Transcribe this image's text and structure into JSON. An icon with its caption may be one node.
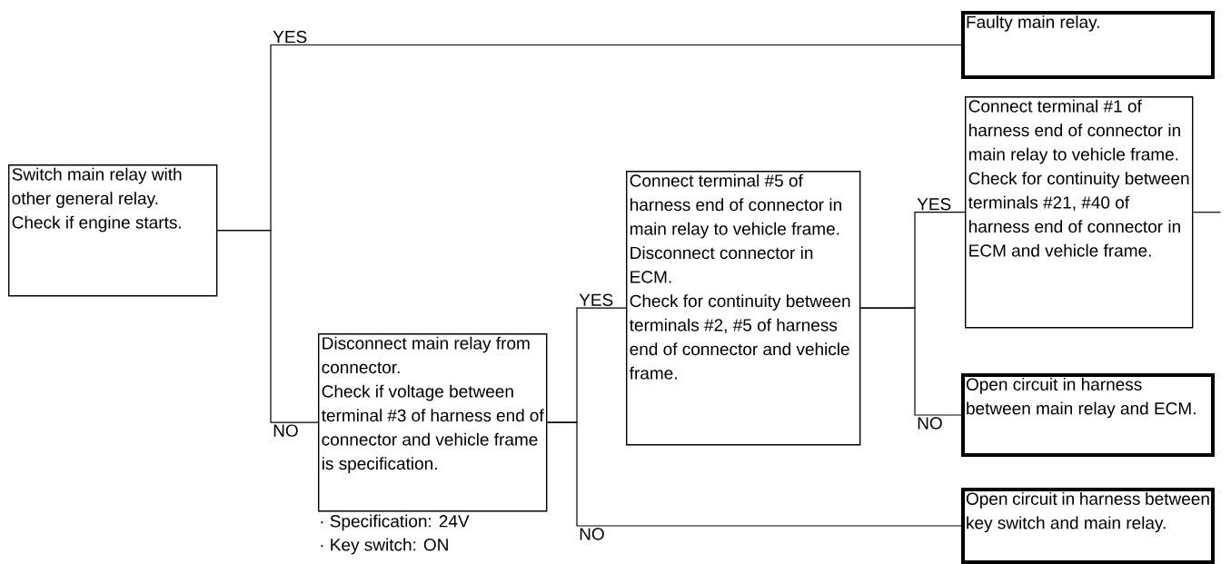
{
  "diagram": {
    "nodes": [
      {
        "text": [
          "Switch main relay with other general relay.",
          "Check if engine starts."
        ]
      },
      {
        "text": [
          "Faulty main relay."
        ]
      },
      {
        "text": [
          "Disconnect main relay from connector.",
          "Check if voltage between terminal #3 of harness end of connector and vehicle frame is specification."
        ],
        "beside": [
          "· Specification: 24V",
          "· Key switch: ON"
        ]
      },
      {
        "text": [
          "Connect terminal #5 of harness end of connector in main relay to vehicle frame.",
          "Disconnect connector in ECM.",
          "Check for continuity between terminals #2, #5 of harness end of connector and vehicle frame."
        ]
      },
      {
        "text": [
          "Connect terminal #1 of harness end of connector in main relay to vehicle frame.",
          "Check for continuity between terminals #21, #40 of harness end of connector in ECM and vehicle frame."
        ]
      },
      {
        "text": [
          "Open circuit in harness between main relay and ECM."
        ]
      },
      {
        "text": [
          "Open circuit in harness between key switch and main relay."
        ]
      }
    ],
    "edges": [
      {
        "from": 0,
        "to": 1,
        "arrow": "none",
        "label": "YES"
      },
      {
        "from": 0,
        "to": 2,
        "arrow": "none",
        "label": "NO"
      },
      {
        "from": 2,
        "to": 3,
        "arrow": "none",
        "label": "YES"
      },
      {
        "from": 2,
        "to": 6,
        "arrow": "none",
        "label": "NO"
      },
      {
        "from": 3,
        "to": 4,
        "arrow": "none",
        "label": "YES"
      },
      {
        "from": 3,
        "to": 5,
        "arrow": "none",
        "label": "NO"
      },
      {
        "from": 4,
        "to": null,
        "arrow": "none"
      }
    ]
  }
}
